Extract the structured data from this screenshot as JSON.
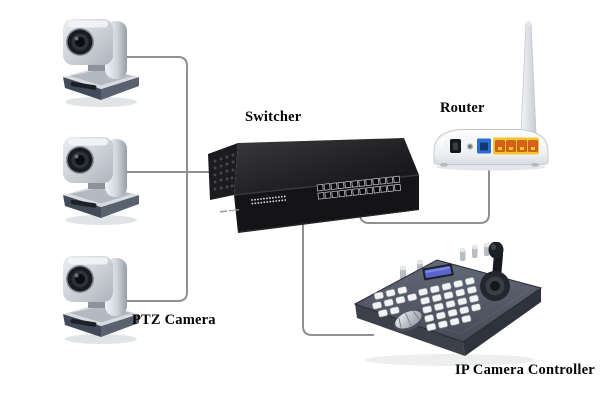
{
  "labels": {
    "switcher": "Switcher",
    "router": "Router",
    "ptz_camera": "PTZ Camera",
    "ip_camera_controller": "IP Camera Controller"
  },
  "devices": [
    {
      "id": "ptz-camera-1",
      "type": "ptz-camera",
      "label": "PTZ Camera"
    },
    {
      "id": "ptz-camera-2",
      "type": "ptz-camera",
      "label": "PTZ Camera"
    },
    {
      "id": "ptz-camera-3",
      "type": "ptz-camera",
      "label": "PTZ Camera"
    },
    {
      "id": "switcher",
      "type": "network-switch-24-port",
      "label": "Switcher"
    },
    {
      "id": "router",
      "type": "wireless-router-single-antenna",
      "label": "Router"
    },
    {
      "id": "ip-camera-controller",
      "type": "joystick-keyboard-controller",
      "label": "IP Camera Controller"
    }
  ],
  "connections": [
    {
      "from": "ptz-camera-1",
      "to": "switcher"
    },
    {
      "from": "ptz-camera-2",
      "to": "switcher"
    },
    {
      "from": "ptz-camera-3",
      "to": "switcher"
    },
    {
      "from": "switcher",
      "to": "ip-camera-controller"
    },
    {
      "from": "switcher",
      "to": "router"
    }
  ],
  "colors": {
    "background": "#ffffff",
    "connection_line": "#8f9191",
    "label_text": "#050505",
    "switch_chassis": "#17171a",
    "router_body": "#f4f5f7",
    "router_wan_port": "#2b6fd4",
    "router_lan_block": "#f2c52e",
    "router_lan_ports": "#d95f1e",
    "controller_body": "#4c515c",
    "controller_lcd": "#5a63cf",
    "camera_body": "#c9cdd4"
  }
}
